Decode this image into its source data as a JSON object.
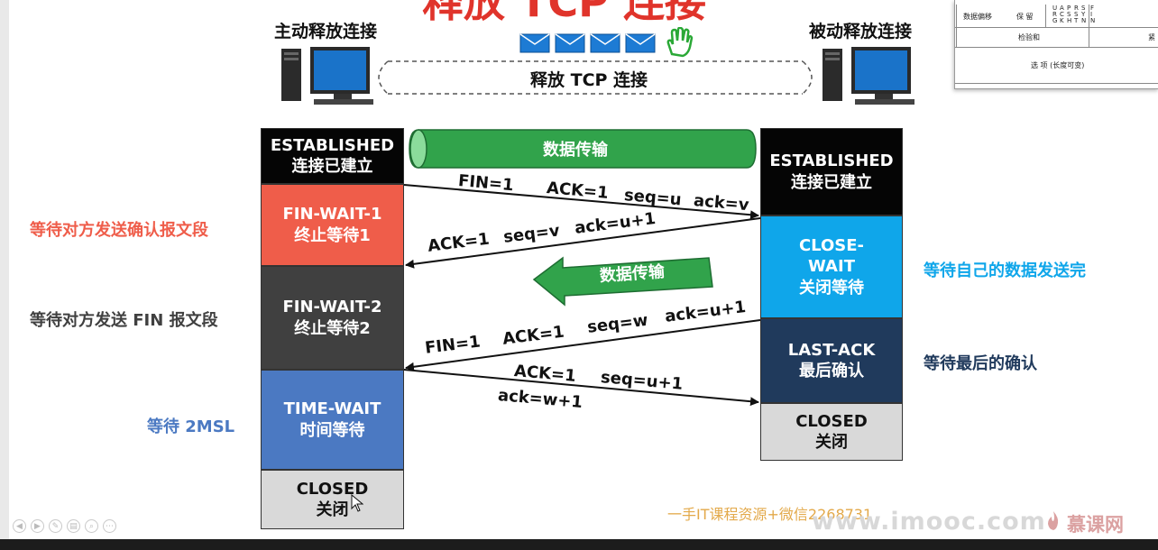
{
  "slide": {
    "title": "释放 TCP 连接",
    "active_host": "主动释放连接",
    "passive_host": "被动释放连接",
    "release_label": "释放 TCP 连接",
    "data_transfer_tube": "数据传输",
    "data_transfer_arrow": "数据传输"
  },
  "header_table": {
    "data_offset": "数据偏移",
    "reserved": "保 留",
    "flags_col1": "U R G",
    "flags_col2": "A C K",
    "flags_col3": "P S H",
    "flags_col4": "R S T",
    "flags_col5": "S Y N",
    "flags_col6": "F I N",
    "checksum": "检验和",
    "urgent_partial": "紧",
    "options": "选 项 (长度可变)"
  },
  "client_states": [
    {
      "en": "ESTABLISHED",
      "zh": "连接已建立",
      "color": "#050505"
    },
    {
      "en": "FIN-WAIT-1",
      "zh": "终止等待1",
      "color": "#ef5d4a"
    },
    {
      "en": "FIN-WAIT-2",
      "zh": "终止等待2",
      "color": "#404040"
    },
    {
      "en": "TIME-WAIT",
      "zh": "时间等待",
      "color": "#4b79c2"
    },
    {
      "en": "CLOSED",
      "zh": "关闭",
      "color": "#d9d9d9"
    }
  ],
  "server_states": [
    {
      "en": "ESTABLISHED",
      "zh": "连接已建立",
      "color": "#050505"
    },
    {
      "en": "CLOSE-",
      "en2": "WAIT",
      "zh": "关闭等待",
      "color": "#0fa6ea"
    },
    {
      "en": "LAST-ACK",
      "zh": "最后确认",
      "color": "#203a5c"
    },
    {
      "en": "CLOSED",
      "zh": "关闭",
      "color": "#d9d9d9"
    }
  ],
  "annotations": {
    "fin_wait_1": "等待对方发送确认报文段",
    "fin_wait_2": "等待对方发送 FIN 报文段",
    "time_wait": "等待 2MSL",
    "close_wait": "等待自己的数据发送完",
    "last_ack": "等待最后的确认"
  },
  "annotation_colors": {
    "fin_wait_1": "#ef5d4a",
    "fin_wait_2": "#404040",
    "time_wait": "#4b79c2",
    "close_wait": "#0fa6ea",
    "last_ack": "#203a5c"
  },
  "messages": {
    "m1_fin": "FIN=1",
    "m1_ack": "ACK=1",
    "m1_seq": "seq=u",
    "m1_acknum": "ack=v",
    "m2_ack": "ACK=1",
    "m2_seq": "seq=v",
    "m2_acknum": "ack=u+1",
    "m3_fin": "FIN=1",
    "m3_ack": "ACK=1",
    "m3_seq": "seq=w",
    "m3_acknum": "ack=u+1",
    "m4_ack": "ACK=1",
    "m4_seq": "seq=u+1",
    "m4_acknum": "ack=w+1"
  },
  "footer": {
    "watermark": "一手IT课程资源+微信2268731",
    "site": "www.imooc.com",
    "brand": "慕课网"
  },
  "controls": [
    "◀",
    "▶",
    "✎",
    "▤",
    "⌕",
    "⋯"
  ]
}
